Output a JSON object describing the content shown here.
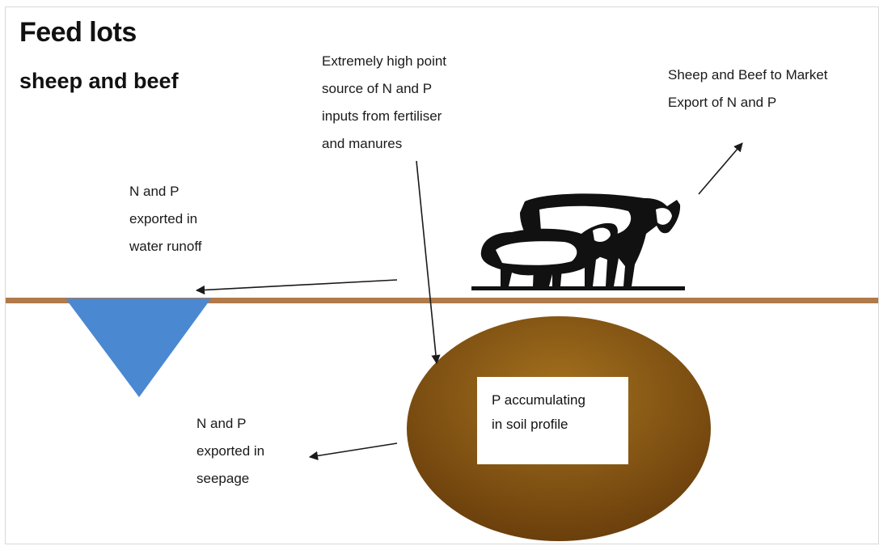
{
  "title": "Feed lots",
  "subtitle": "sheep and beef",
  "labels": {
    "inputs": [
      "Extremely high point",
      "source of N and P",
      "inputs from fertiliser",
      "and manures"
    ],
    "market": [
      "Sheep and Beef to Market",
      "Export of N and P"
    ],
    "runoff": [
      "N and P",
      "exported in",
      "water runoff"
    ],
    "seepage": [
      "N and P",
      "exported in",
      "seepage"
    ],
    "soil": [
      "P accumulating",
      "in soil profile"
    ]
  },
  "icons": {
    "animals": "sheep-and-cow-silhouette",
    "water": "water-body-triangle",
    "soil": "soil-ellipse"
  },
  "colors": {
    "ground_line": "#b07a4a",
    "water": "#4a89d1",
    "soil_dark": "#6b3f0c",
    "soil_light": "#a4721e",
    "arrow": "#1a1a1a"
  }
}
